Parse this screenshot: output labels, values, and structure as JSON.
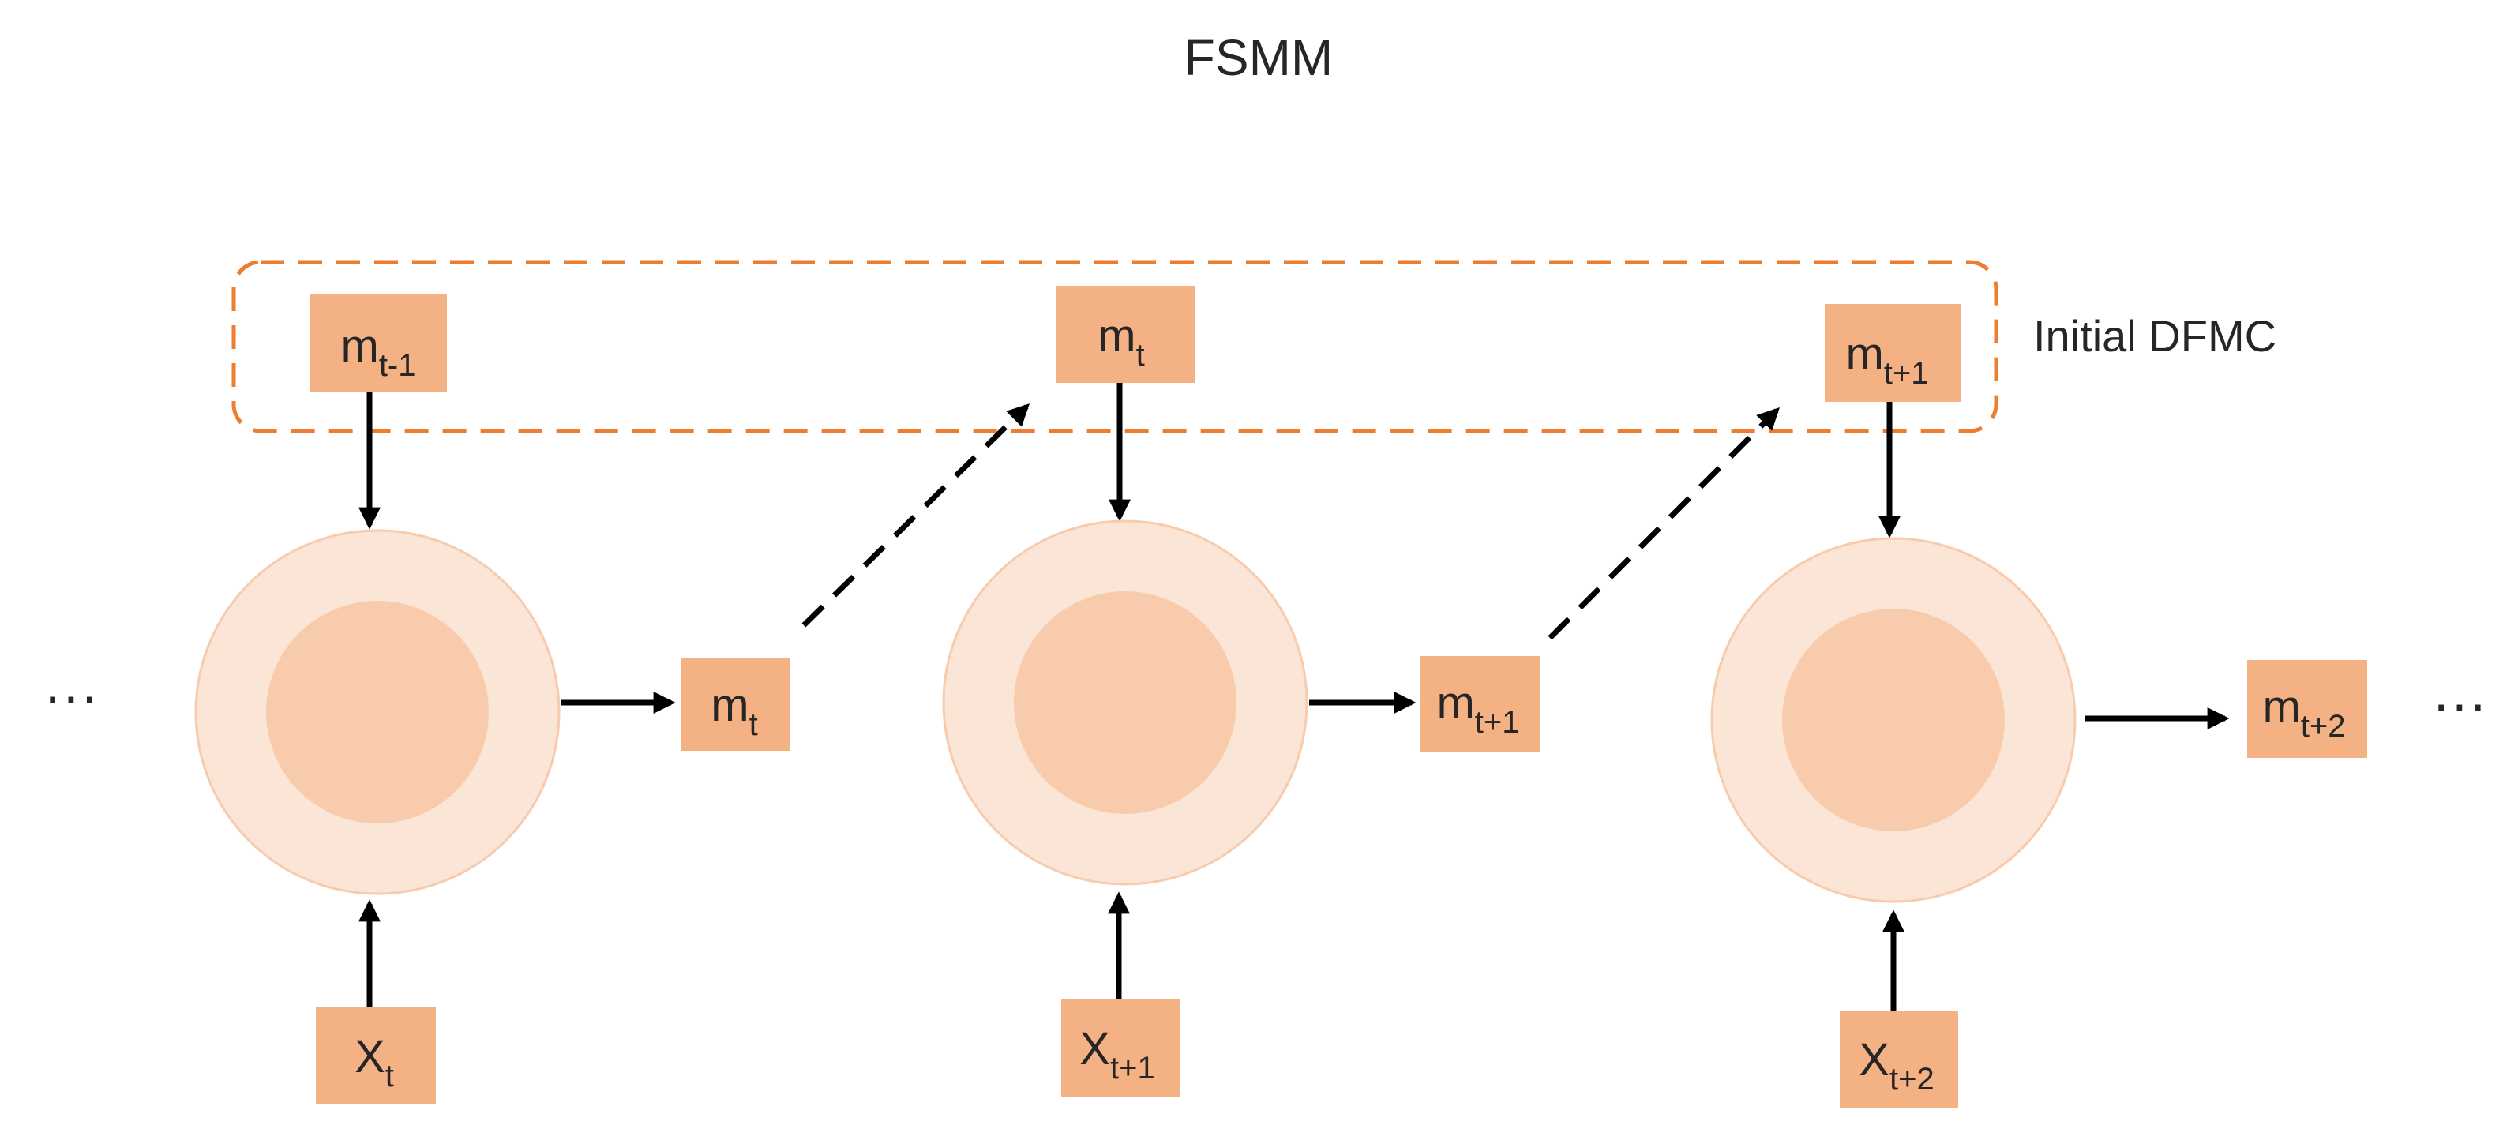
{
  "title": "FSMM",
  "group_label": "Initial DFMC",
  "ellipsis": "···",
  "top_memory": [
    {
      "base": "m",
      "sub": "t-1"
    },
    {
      "base": "m",
      "sub": "t"
    },
    {
      "base": "m",
      "sub": "t+1"
    }
  ],
  "outputs": [
    {
      "base": "m",
      "sub": "t"
    },
    {
      "base": "m",
      "sub": "t+1"
    },
    {
      "base": "m",
      "sub": "t+2"
    }
  ],
  "inputs": [
    {
      "base": "X",
      "sub": "t"
    },
    {
      "base": "X",
      "sub": "t+1"
    },
    {
      "base": "X",
      "sub": "t+2"
    }
  ],
  "colors": {
    "box": "#F4B183",
    "circle_outer": "#FBE5D6",
    "circle_inner": "#F8CBAD",
    "dashed_group": "#ED7D31"
  }
}
